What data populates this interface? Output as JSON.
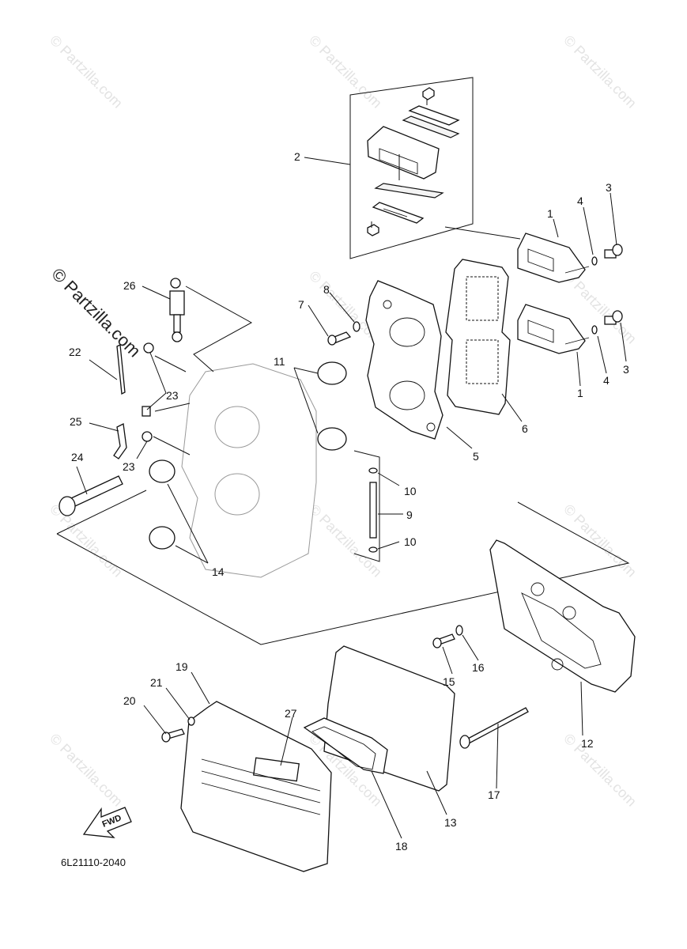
{
  "diagram_code": "6L21110-2040",
  "fwd_label": "FWD",
  "watermark": {
    "small": "© Partzilla.com",
    "large": "© Partzilla.com"
  },
  "callouts": [
    {
      "id": "c1a",
      "text": "1"
    },
    {
      "id": "c1b",
      "text": "1"
    },
    {
      "id": "c2",
      "text": "2"
    },
    {
      "id": "c3a",
      "text": "3"
    },
    {
      "id": "c3b",
      "text": "3"
    },
    {
      "id": "c4a",
      "text": "4"
    },
    {
      "id": "c4b",
      "text": "4"
    },
    {
      "id": "c5",
      "text": "5"
    },
    {
      "id": "c6",
      "text": "6"
    },
    {
      "id": "c7",
      "text": "7"
    },
    {
      "id": "c8",
      "text": "8"
    },
    {
      "id": "c9",
      "text": "9"
    },
    {
      "id": "c10a",
      "text": "10"
    },
    {
      "id": "c10b",
      "text": "10"
    },
    {
      "id": "c11",
      "text": "11"
    },
    {
      "id": "c12",
      "text": "12"
    },
    {
      "id": "c13",
      "text": "13"
    },
    {
      "id": "c14",
      "text": "14"
    },
    {
      "id": "c15",
      "text": "15"
    },
    {
      "id": "c16",
      "text": "16"
    },
    {
      "id": "c17",
      "text": "17"
    },
    {
      "id": "c18",
      "text": "18"
    },
    {
      "id": "c19",
      "text": "19"
    },
    {
      "id": "c20",
      "text": "20"
    },
    {
      "id": "c21",
      "text": "21"
    },
    {
      "id": "c22",
      "text": "22"
    },
    {
      "id": "c23a",
      "text": "23"
    },
    {
      "id": "c23b",
      "text": "23"
    },
    {
      "id": "c24",
      "text": "24"
    },
    {
      "id": "c25",
      "text": "25"
    },
    {
      "id": "c26",
      "text": "26"
    },
    {
      "id": "c27",
      "text": "27"
    }
  ]
}
